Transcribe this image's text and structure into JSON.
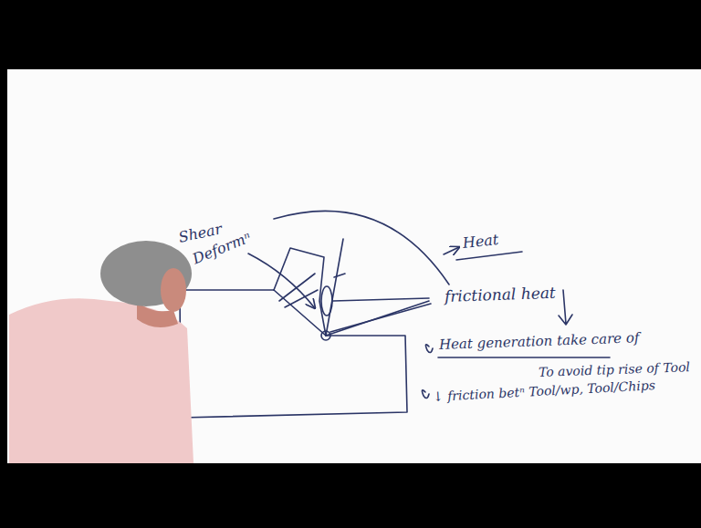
{
  "diagram": {
    "labels": [
      "Shear",
      "Deformⁿ",
      "Heat",
      "frictional heat",
      "Heat generation take care of",
      "To avoid tip rise of Tool",
      "↓ friction betⁿ Tool/wp, Tool/Chips"
    ]
  }
}
